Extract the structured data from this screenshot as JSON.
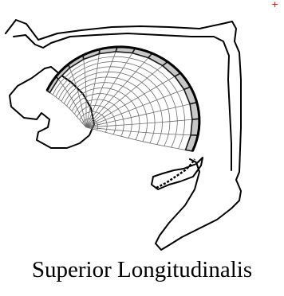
{
  "caption": "Superior Longitudinalis",
  "marker": "+",
  "colors": {
    "outline": "#000000",
    "mesh": "#6e6e6e",
    "muscle_band_fill": "#c8c8c8",
    "muscle_band_stroke": "#1a1a1a",
    "marker": "#ff0000"
  },
  "mesh": {
    "radial_lines": 15,
    "arc_lines": 14
  },
  "muscle_band_segments": 14
}
